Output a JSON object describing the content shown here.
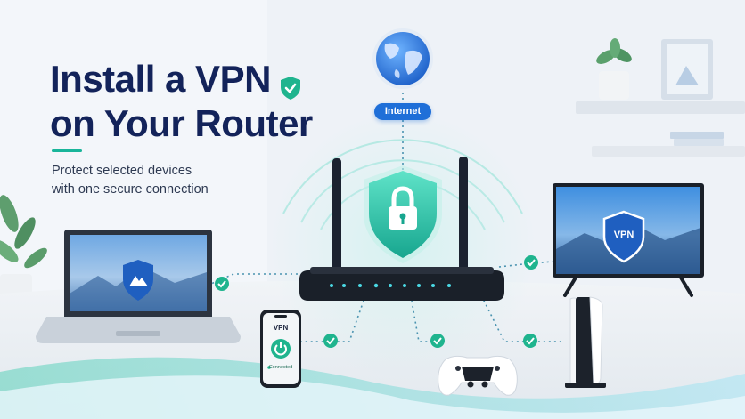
{
  "headline": {
    "title_line1": "Install a VPN",
    "title_line2": "on Your Router",
    "subtitle_line1": "Protect selected devices",
    "subtitle_line2": "with one secure connection"
  },
  "internet_label": "Internet",
  "phone": {
    "label": "VPN",
    "status": "Connected"
  },
  "tv": {
    "label": "VPN"
  },
  "colors": {
    "navy": "#13235a",
    "teal": "#19b59a",
    "blue": "#1f6fd8",
    "check": "#1fb48e"
  },
  "icons": [
    "shield-check-icon",
    "globe-icon",
    "lock-shield-icon",
    "router",
    "laptop",
    "smartphone",
    "power-icon",
    "tv",
    "game-controller",
    "game-console",
    "check-circle-icon"
  ]
}
